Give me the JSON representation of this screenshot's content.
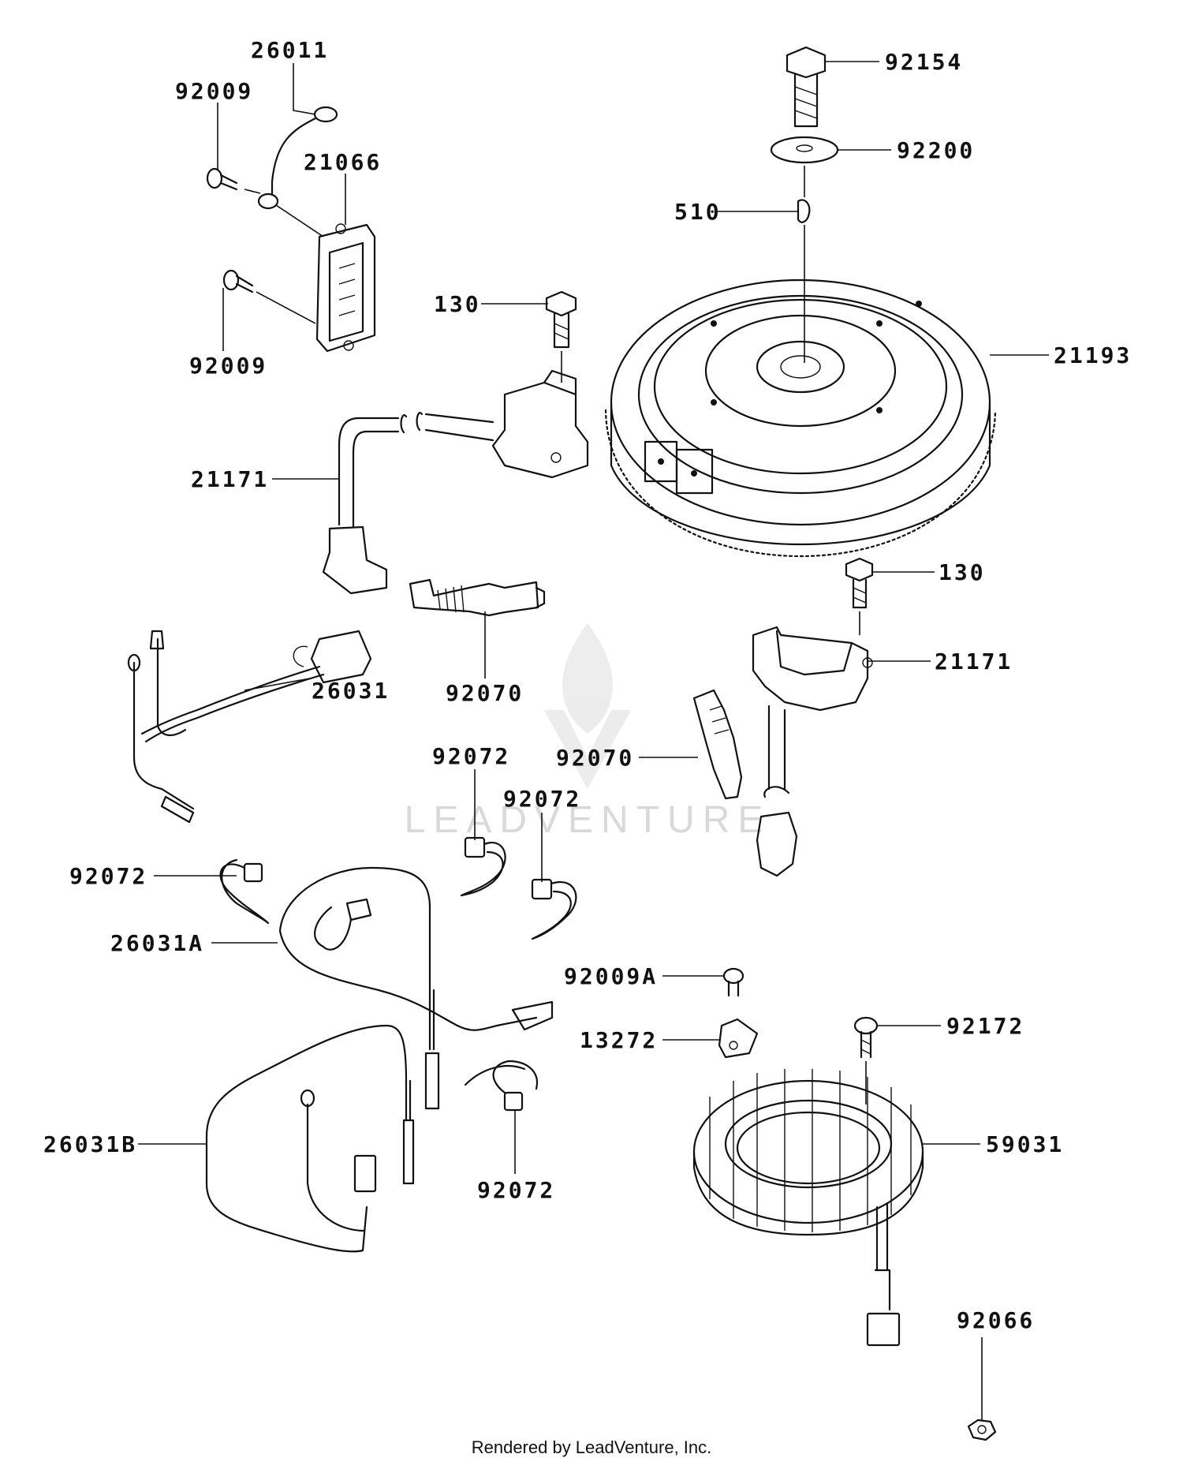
{
  "labels": {
    "l_92154": "92154",
    "l_92200": "92200",
    "l_510": "510",
    "l_21193": "21193",
    "l_26011": "26011",
    "l_92009_a": "92009",
    "l_21066": "21066",
    "l_92009_b": "92009",
    "l_130_a": "130",
    "l_21171_a": "21171",
    "l_92070_a": "92070",
    "l_26031": "26031",
    "l_130_b": "130",
    "l_21171_b": "21171",
    "l_92070_b": "92070",
    "l_92072_a": "92072",
    "l_92072_b": "92072",
    "l_92072_c": "92072",
    "l_92072_d": "92072",
    "l_26031A": "26031A",
    "l_26031B": "26031B",
    "l_92009A": "92009A",
    "l_13272": "13272",
    "l_92172": "92172",
    "l_59031": "59031",
    "l_92066": "92066"
  },
  "watermark": "LEADVENTURE",
  "footer": "Rendered by LeadVenture, Inc."
}
